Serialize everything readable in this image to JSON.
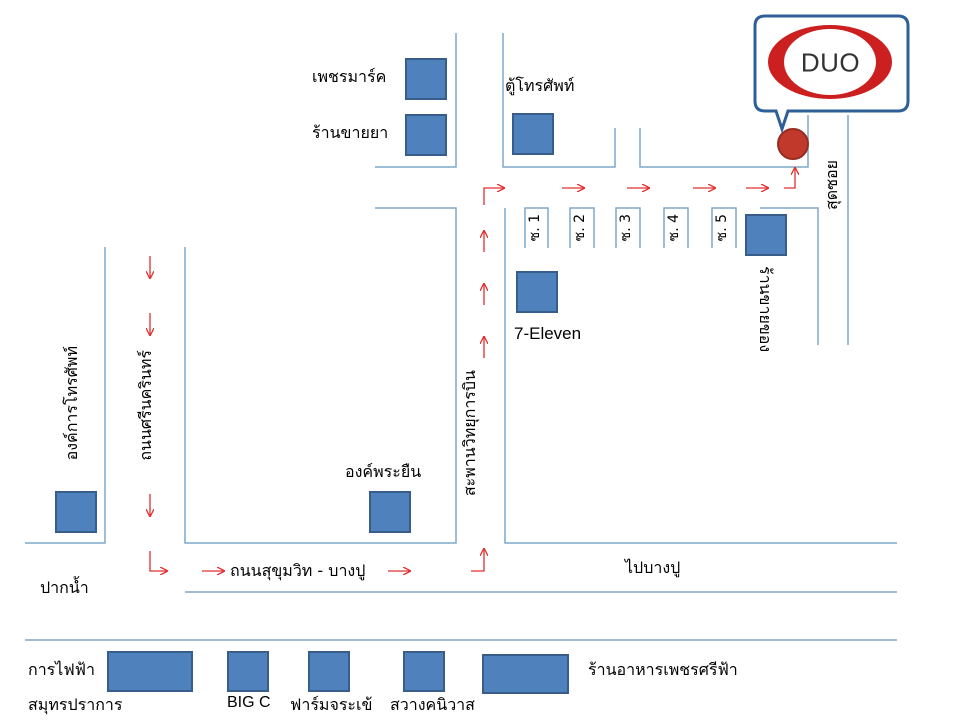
{
  "logo": {
    "text": "DUO",
    "ring_color": "#cc1f1f"
  },
  "colors": {
    "building": "#4f81bd",
    "road": "#7fa7c9",
    "arrow": "#e03030",
    "marker": "#c0392b"
  },
  "labels": {
    "phet_mart": "เพชรมาร์ค",
    "pharmacy": "ร้านขายยา",
    "phone_booth": "ตู้โทรศัพท์",
    "dead_end": "สุดซอย",
    "soi_1": "ซ. 1",
    "soi_2": "ซ. 2",
    "soi_3": "ซ. 3",
    "soi_4": "ซ. 4",
    "soi_5": "ซ. 5",
    "grocery": "ร้านขายของ",
    "seven_eleven": "7-Eleven",
    "telephone_org": "องค์การโทรศัพท์",
    "srinakharin_rd": "ถนนศรีนครินทร์",
    "airport_bridge": "สะพานวิทยุการบิน",
    "ong_phra_yuen": "องค์พระยืน",
    "sukhumvit_rd": "ถนนสุขุมวิท - บางปู",
    "to_bangpu": "ไปบางปู",
    "paknam": "ปากน้ำ",
    "electricity": "การไฟฟ้า",
    "samut_prakan": "สมุทรปราการ",
    "big_c": "BIG C",
    "farm_chorakhe": "ฟาร์มจระเข้",
    "sawang": "สวางคนิวาส",
    "restaurant": "ร้านอาหารเพชรศรีฟ้า"
  }
}
